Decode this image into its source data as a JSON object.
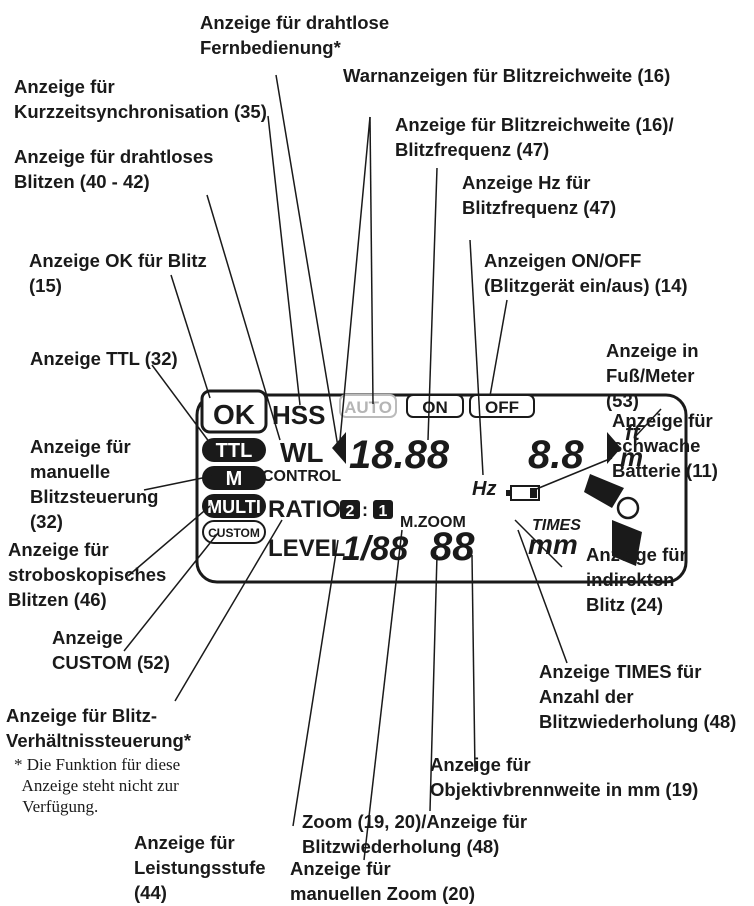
{
  "labels": {
    "wireless_remote": "Anzeige für drahtlose\nFernbedienung*",
    "hss": "Anzeige für\nKurzzeitsynchronisation (35)",
    "range_warning": "Warnanzeigen für Blitzreichweite (16)",
    "range_freq": "Anzeige für Blitzreichweite (16)/\nBlitzfrequenz (47)",
    "wireless_flash": "Anzeige für drahtloses\nBlitzen (40 - 42)",
    "hz": "Anzeige Hz für\nBlitzfrequenz (47)",
    "ok": "Anzeige OK für Blitz\n(15)",
    "on_off": "Anzeigen ON/OFF\n(Blitzgerät ein/aus) (14)",
    "ft_m": "Anzeige in\nFuß/Meter\n(53)",
    "ttl": "Anzeige TTL (32)",
    "battery": "Anzeige für\nschwache\nBatterie (11)",
    "manual": "Anzeige für\nmanuelle\nBlitzsteuerung\n(32)",
    "strobe": "Anzeige für\nstroboskopisches\nBlitzen (46)",
    "bounce": "Anzeige für\nindirekten\nBlitz (24)",
    "custom": "Anzeige\nCUSTOM (52)",
    "times": "Anzeige TIMES für\nAnzahl der\nBlitzwiederholung (48)",
    "ratio": "Anzeige für Blitz-\nVerhältnissteuerung*",
    "focal": "Anzeige für\nObjektivbrennweite in mm (19)",
    "zoom_repeat": "Zoom (19, 20)/Anzeige für\nBlitzwiederholung (48)",
    "level": "Anzeige für\nLeistungsstufe\n(44)",
    "manual_zoom": "Anzeige für\nmanuellen Zoom (20)"
  },
  "footnote": "* Die Funktion für diese\n  Anzeige steht nicht zur\n  Verfügung.",
  "lcd": {
    "ok": "OK",
    "hss": "HSS",
    "auto": "AUTO",
    "on": "ON",
    "off": "OFF",
    "ttl": "TTL",
    "wl": "WL",
    "control": "CONTROL",
    "m": "M",
    "multi": "MULTI",
    "custom": "CUSTOM",
    "ratio": "RATIO",
    "ratio_a": "2",
    "ratio_colon": ":",
    "ratio_b": "1",
    "mzoom": "M.ZOOM",
    "level": "LEVEL",
    "level_value": "1/88",
    "distance": "18.88",
    "distance2": "8.8",
    "ft": "ft",
    "m_unit": "m",
    "hz": "Hz",
    "times": "TIMES",
    "zoom_value": "88",
    "mm": "mm"
  },
  "colors": {
    "ink": "#1a1a1a",
    "background": "#ffffff"
  }
}
